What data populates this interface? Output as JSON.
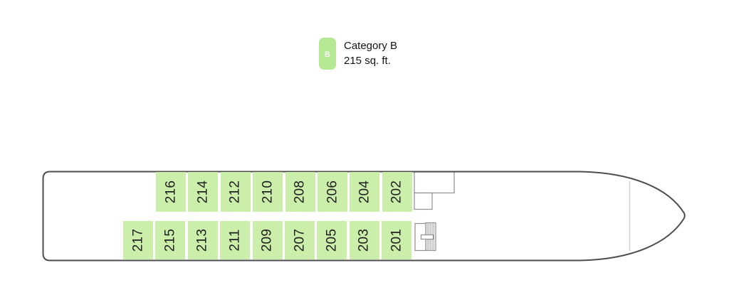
{
  "legend": {
    "badge_letter": "B",
    "title": "Category B",
    "subtitle": "215 sq. ft."
  },
  "deck": {
    "cabins_top": [
      "216",
      "214",
      "212",
      "210",
      "208",
      "206",
      "204",
      "202"
    ],
    "cabins_bottom": [
      "217",
      "215",
      "213",
      "211",
      "209",
      "207",
      "205",
      "203",
      "201"
    ]
  },
  "colors": {
    "cabin_green": "#cbeeab",
    "swatch_green": "#b5e892",
    "hull_outline": "#4d4d4d",
    "structure_outline": "#909090",
    "number_text": "#1f1f1f"
  }
}
